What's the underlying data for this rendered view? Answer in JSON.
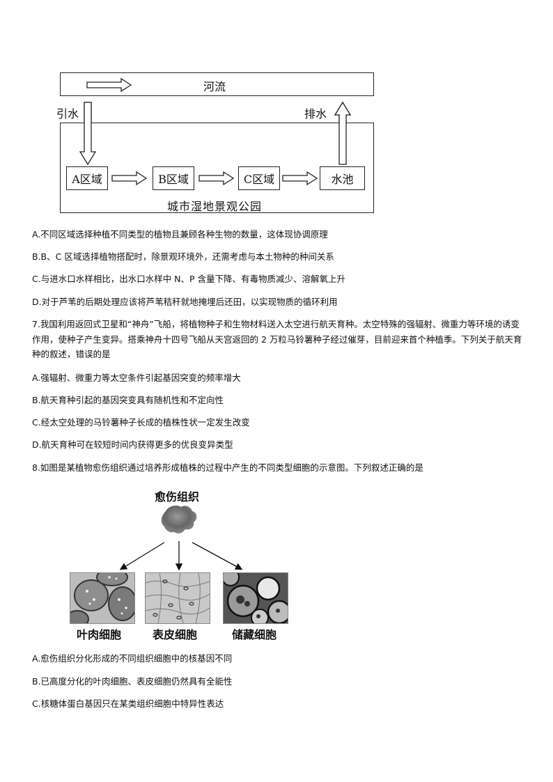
{
  "diagram1": {
    "river_label": "河流",
    "intake_label": "引水",
    "drain_label": "排水",
    "park_label": "城市湿地景观公园",
    "boxes": [
      "A区域",
      "B区域",
      "C区域",
      "水池"
    ]
  },
  "q6_options": [
    "A.不同区域选择种植不同类型的植物且兼顾各种生物的数量，这体现协调原理",
    "B.B、C 区域选择植物搭配时，除景观环境外，还需考虑与本土物种的种间关系",
    "C.与进水口水样相比，出水口水样中 N、P 含量下降、有毒物质减少、溶解氧上升",
    "D.对于芦苇的后期处理应该将芦苇秸秆就地掩埋后还田，以实现物质的循环利用"
  ],
  "q7": {
    "stem": "7.我国利用返回式卫星和“神舟”飞船，将植物种子和生物材料送入太空进行航天育种。太空特殊的强辐射、微重力等环境的诱变作用，使种子产生变异。搭乘神舟十四号飞船从天宫返回的 2 万粒马铃薯种子经过催芽，目前迎来首个种植季。下列关于航天育种的叙述，错误的是",
    "options": [
      "A.强辐射、微重力等太空条件引起基因突变的频率增大",
      "B.航天育种引起的基因突变具有随机性和不定向性",
      "C.经太空处理的马铃薯种子长成的植株性状一定发生改变",
      "D.航天育种可在较短时间内获得更多的优良变异类型"
    ]
  },
  "q8": {
    "stem": "8.如图是某植物愈伤组织通过培养形成植株的过程中产生的不同类型细胞的示意图。下列叙述正确的是",
    "figure": {
      "top_label": "愈伤组织",
      "cells": [
        "叶肉细胞",
        "表皮细胞",
        "储藏细胞"
      ]
    },
    "options": [
      "A.愈伤组织分化形成的不同组织细胞中的核基因不同",
      "B.已高度分化的叶肉细胞、表皮细胞仍然具有全能性",
      "C.核糖体蛋白基因只在某类组织细胞中特异性表达"
    ]
  }
}
